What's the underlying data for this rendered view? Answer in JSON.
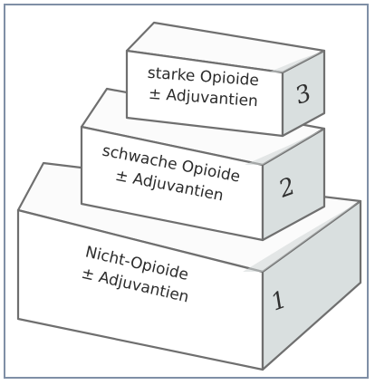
{
  "steps": [
    {
      "number": "1",
      "line1": "Nicht-Opioide",
      "line2": "± Adjuvantien"
    },
    {
      "number": "2",
      "line1": "schwache Opioide",
      "line2": "± Adjuvantien"
    },
    {
      "number": "3",
      "line1": "starke Opioide",
      "line2": "± Adjuvantien"
    }
  ]
}
